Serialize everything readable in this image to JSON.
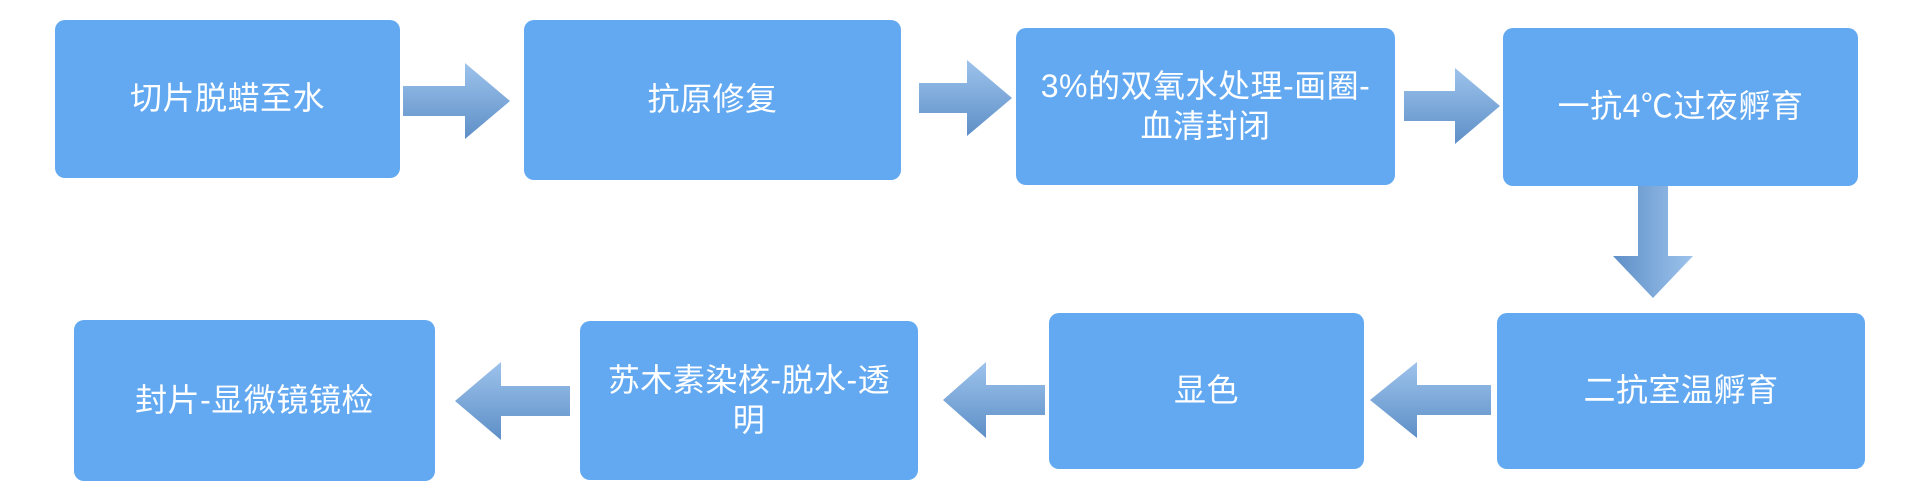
{
  "colors": {
    "box_fill": "#63A9F1",
    "box_text": "#FFFFFF",
    "arrow_light": "#9DC3EC",
    "arrow_dark": "#5E8FC7",
    "background": "#FFFFFF"
  },
  "flowchart": {
    "steps": [
      {
        "name": "dewaxing",
        "label": "切片脱蜡至水"
      },
      {
        "name": "antigen-retrieval",
        "label": "抗原修复"
      },
      {
        "name": "peroxide-circle-serum-block",
        "label": "3%的双氧水处理-画圈-\n血清封闭"
      },
      {
        "name": "primary-antibody-incubation",
        "label": "一抗4℃过夜孵育"
      },
      {
        "name": "secondary-antibody-incubation",
        "label": "二抗室温孵育"
      },
      {
        "name": "color-development",
        "label": "显色"
      },
      {
        "name": "hematoxylin-dehydration-clearing",
        "label": "苏木素染核-脱水-透\n明"
      },
      {
        "name": "mounting-microscopy",
        "label": "封片-显微镜镜检"
      }
    ],
    "arrows": [
      {
        "from": 1,
        "to": 2,
        "direction": "right"
      },
      {
        "from": 2,
        "to": 3,
        "direction": "right"
      },
      {
        "from": 3,
        "to": 4,
        "direction": "right"
      },
      {
        "from": 4,
        "to": 5,
        "direction": "down"
      },
      {
        "from": 5,
        "to": 6,
        "direction": "left"
      },
      {
        "from": 6,
        "to": 7,
        "direction": "left"
      },
      {
        "from": 7,
        "to": 8,
        "direction": "left"
      }
    ]
  }
}
